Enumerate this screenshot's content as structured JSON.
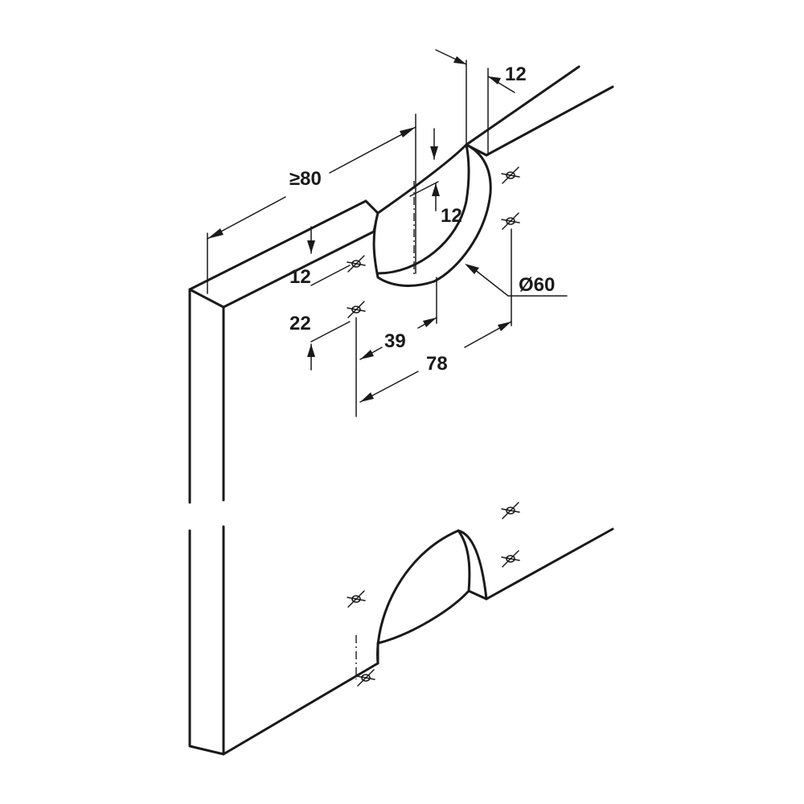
{
  "dimensions": {
    "min_width": "≥80",
    "top_edge_offset": "12",
    "cup_depth_right": "12",
    "cup_inner_depth": "12",
    "screw_spacing_vertical": "22",
    "cup_center_distance": "39",
    "screw_row_distance": "78",
    "cup_diameter": "Ø60"
  },
  "colors": {
    "line": "#1a1a1a",
    "background": "#ffffff"
  }
}
